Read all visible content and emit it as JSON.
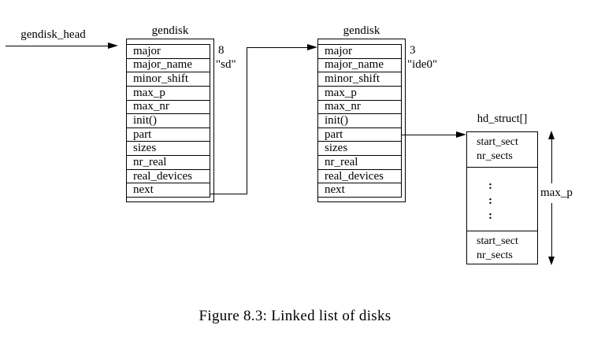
{
  "colors": {
    "ink": "#000000",
    "background": "#ffffff"
  },
  "head_pointer": {
    "label": "gendisk_head"
  },
  "structs": [
    {
      "title": "gendisk",
      "fields": [
        "major",
        "major_name",
        "minor_shift",
        "max_p",
        "max_nr",
        "init()",
        "part",
        "sizes",
        "nr_real",
        "real_devices",
        "next"
      ],
      "major_value": "8",
      "major_name_value": "\"sd\""
    },
    {
      "title": "gendisk",
      "fields": [
        "major",
        "major_name",
        "minor_shift",
        "max_p",
        "max_nr",
        "init()",
        "part",
        "sizes",
        "nr_real",
        "real_devices",
        "next"
      ],
      "major_value": "3",
      "major_name_value": "\"ide0\""
    }
  ],
  "hd_struct": {
    "title": "hd_struct[]",
    "first_cell": [
      "start_sect",
      "nr_sects"
    ],
    "ellipsis": [
      ":",
      ":",
      ":"
    ],
    "last_cell": [
      "start_sect",
      "nr_sects"
    ],
    "size_label": "max_p"
  },
  "caption": "Figure 8.3: Linked list of disks"
}
